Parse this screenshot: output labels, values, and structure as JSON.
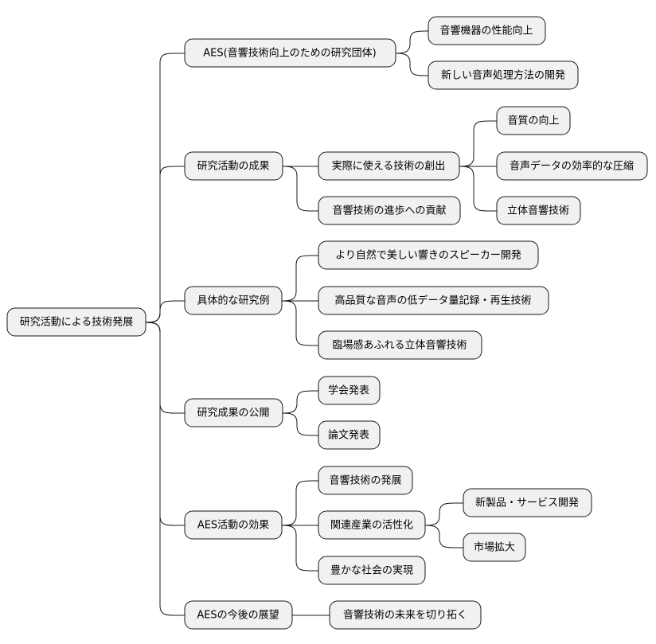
{
  "root": {
    "label": "研究活動による技術発展"
  },
  "branches": [
    {
      "label": "AES(音響技術向上のための研究団体)",
      "children": [
        {
          "label": "音響機器の性能向上"
        },
        {
          "label": "新しい音声処理方法の開発"
        }
      ]
    },
    {
      "label": "研究活動の成果",
      "children": [
        {
          "label": "実際に使える技術の創出",
          "children": [
            {
              "label": "音質の向上"
            },
            {
              "label": "音声データの効率的な圧縮"
            },
            {
              "label": "立体音響技術"
            }
          ]
        },
        {
          "label": "音響技術の進歩への貢献"
        }
      ]
    },
    {
      "label": "具体的な研究例",
      "children": [
        {
          "label": "より自然で美しい響きのスピーカー開発"
        },
        {
          "label": "高品質な音声の低データ量記録・再生技術"
        },
        {
          "label": "臨場感あふれる立体音響技術"
        }
      ]
    },
    {
      "label": "研究成果の公開",
      "children": [
        {
          "label": "学会発表"
        },
        {
          "label": "論文発表"
        }
      ]
    },
    {
      "label": "AES活動の効果",
      "children": [
        {
          "label": "音響技術の発展"
        },
        {
          "label": "関連産業の活性化",
          "children": [
            {
              "label": "新製品・サービス開発"
            },
            {
              "label": "市場拡大"
            }
          ]
        },
        {
          "label": "豊かな社会の実現"
        }
      ]
    },
    {
      "label": "AESの今後の展望",
      "children": [
        {
          "label": "音響技術の未来を切り拓く"
        }
      ]
    }
  ]
}
